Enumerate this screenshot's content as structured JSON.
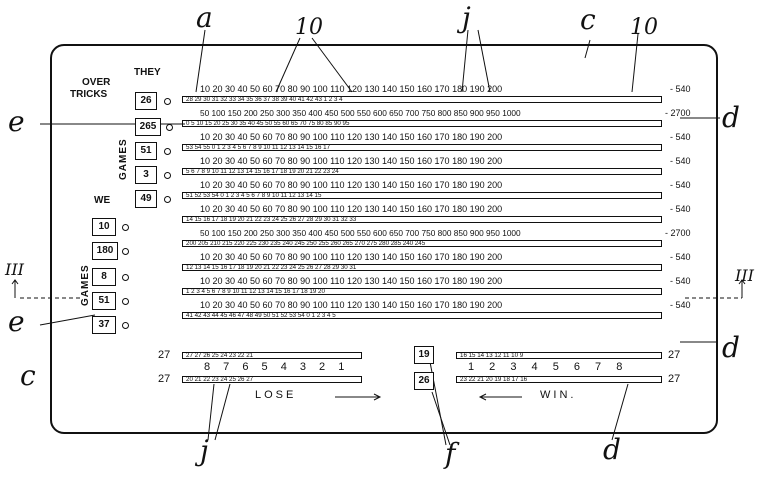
{
  "labels": {
    "a": "a",
    "c": "c",
    "d": "d",
    "e": "e",
    "f": "f",
    "j": "j",
    "ten": "10",
    "three": "III"
  },
  "headings": {
    "over": "OVER",
    "tricks": "TRICKS",
    "they": "THEY",
    "we": "WE",
    "games": "GAMES",
    "lose": "LOSE",
    "win": "WIN."
  },
  "they_boxes": [
    "26",
    "265",
    "51",
    "3",
    "49"
  ],
  "we_boxes": [
    "10",
    "180",
    "8",
    "51",
    "37"
  ],
  "center_boxes": [
    "19",
    "26"
  ],
  "scale_20": "10 20 30 40 50 60 70 80 90 100 110 120 130 140 150 160 170 180 190 200",
  "scale_50": "50 100 150 200 250 300 350 400 450 500 550 600 650 700 750 800 850 900 950 1000",
  "end_540": "- 540",
  "end_2700": "- 2700",
  "seq_left": "8 7 6 5 4 3 2 1",
  "seq_right": "1 2 3 4 5 6 7 8",
  "num_27": "27",
  "strips": {
    "s1": "28 29 30 31 32 33 34 35 36 37 38 39 40 41 42 43 1 2 3 4",
    "s2": "0 5 10 15 20 25 30 35 40 45 50 55 60 65 70 75 80 85 90 95",
    "s3": "53 54 55 0 1 2 3 4 5 6 7 8 9 10 11 12 13 14 15 16 17",
    "s4": "5 6 7 8 9 10 11 12 13 14 15 16 17 18 19 20 21 22 23 24",
    "s5": "51 52 53 54 0 1 2 3 4 5 6 7 8 9 10 11 12 13 14 15",
    "s6": "14 15 16 17 18 19 20 21 22 23 24 25 26 27 28 29 30 31 32 33",
    "s7": "200 205 210 215 220 225 230 235 240 245 250 255 260 265 270 275 280 285 240 245",
    "s8": "12 13 14 15 16 17 18 19 20 21 22 23 24 25 26 27 28 29 30 31",
    "s9": "1 2 3 4 5 6 7 8 9 10 11 12 13 14 15 16 17 18 19 20",
    "s10": "41 42 43 44 45 46 47 48 49 50 51 52 53 54 0 1 2 3 4 5",
    "sl1": "27 27 26 25 24 23 22 21",
    "sl2": "20 21 22 23 24 25 26 27",
    "sr1": "16 15 14 13 12 11 10 9",
    "sr2": "23 22 21 20 19 18 17 16"
  }
}
